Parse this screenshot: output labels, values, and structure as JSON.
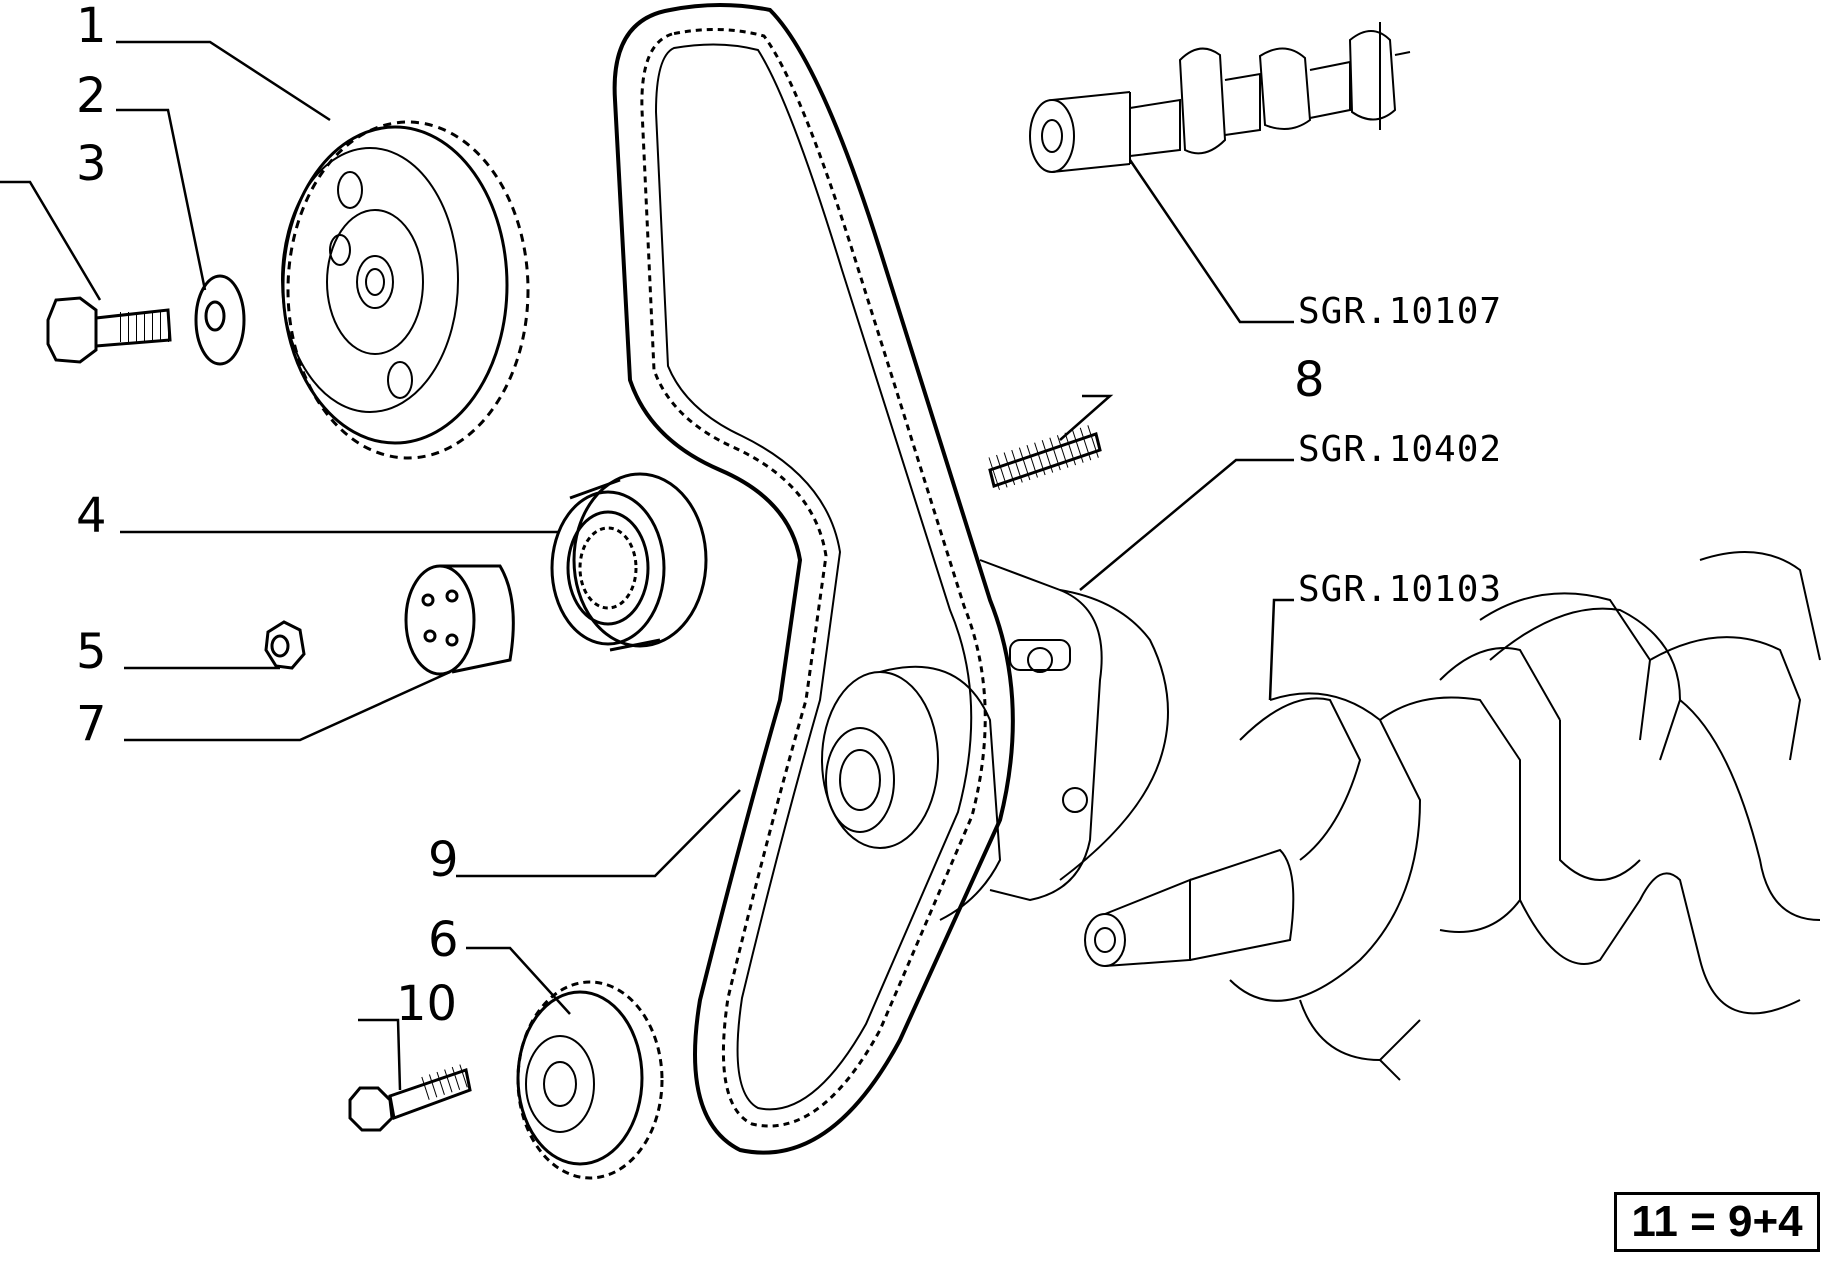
{
  "callouts": {
    "c1": "1",
    "c2": "2",
    "c3": "3",
    "c4": "4",
    "c5": "5",
    "c6": "6",
    "c7": "7",
    "c8": "8",
    "c9": "9",
    "c10": "10"
  },
  "references": {
    "camshaft": "SGR.10107",
    "pump": "SGR.10402",
    "crankshaft": "SGR.10103"
  },
  "formula": "11 = 9+4",
  "colors": {
    "line": "#000000",
    "background": "#ffffff"
  }
}
